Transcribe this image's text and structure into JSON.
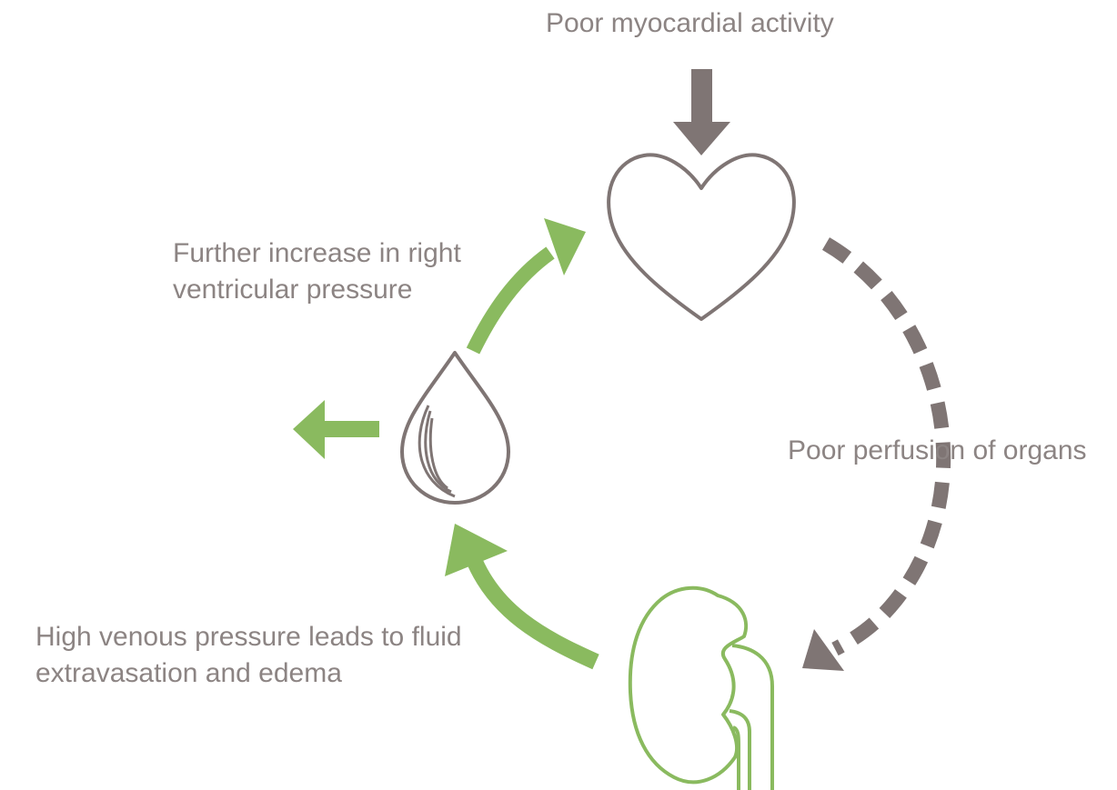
{
  "labels": {
    "poor_myocardial_activity": "Poor myocardial activity",
    "further_increase": [
      "Further increase in right",
      "ventricular pressure"
    ],
    "poor_perfusion": "Poor perfusion of organs",
    "high_venous_pressure": [
      "High venous pressure leads to fluid",
      "extravasation and edema"
    ]
  },
  "icons": {
    "heart": "heart-icon",
    "drop": "fluid-drop-icon",
    "kidney": "kidney-icon"
  },
  "colors": {
    "gray": "#7f7574",
    "green": "#8aba5f",
    "text": "#8c8483"
  }
}
